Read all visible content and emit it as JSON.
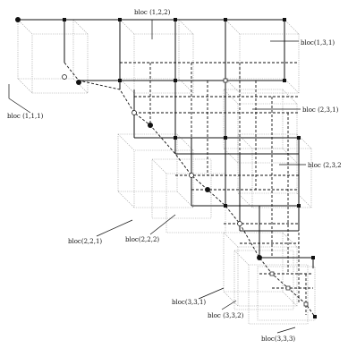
{
  "labels": {
    "bloc_1_1_1": "bloc (1,1,1)",
    "bloc_1_2_2": "bloc (1,2,2)",
    "bloc_1_3_1": "bloc(1,3,1)",
    "bloc_2_3_1": "bloc (2,3,1)",
    "bloc_2_3_2": "bloc (2,3,2",
    "bloc_2_2_1": "bloc(2,2,1)",
    "bloc_2_2_2": "bloc(2,2,2)",
    "bloc_3_3_1": "bloc(3,3,1)",
    "bloc_3_3_2": "bloc (3,3,2)",
    "bloc_3_3_3": "bloc(3,3,3)"
  }
}
